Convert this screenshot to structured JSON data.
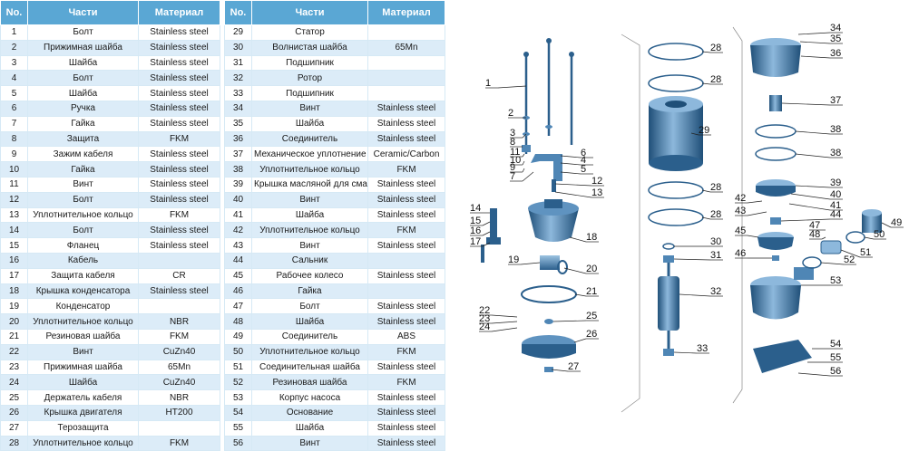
{
  "headers": {
    "no": "No.",
    "part": "Части",
    "material": "Материал"
  },
  "rows_left": [
    {
      "no": "1",
      "part": "Болт",
      "material": "Stainless steel"
    },
    {
      "no": "2",
      "part": "Прижимная шайба",
      "material": "Stainless steel"
    },
    {
      "no": "3",
      "part": "Шайба",
      "material": "Stainless steel"
    },
    {
      "no": "4",
      "part": "Болт",
      "material": "Stainless steel"
    },
    {
      "no": "5",
      "part": "Шайба",
      "material": "Stainless steel"
    },
    {
      "no": "6",
      "part": "Ручка",
      "material": "Stainless steel"
    },
    {
      "no": "7",
      "part": "Гайка",
      "material": "Stainless steel"
    },
    {
      "no": "8",
      "part": "Защита",
      "material": "FKM"
    },
    {
      "no": "9",
      "part": "Зажим кабеля",
      "material": "Stainless steel"
    },
    {
      "no": "10",
      "part": "Гайка",
      "material": "Stainless steel"
    },
    {
      "no": "11",
      "part": "Винт",
      "material": "Stainless steel"
    },
    {
      "no": "12",
      "part": "Болт",
      "material": "Stainless steel"
    },
    {
      "no": "13",
      "part": "Уплотнительное кольцо",
      "material": "FKM"
    },
    {
      "no": "14",
      "part": "Болт",
      "material": "Stainless steel"
    },
    {
      "no": "15",
      "part": "Фланец",
      "material": "Stainless steel"
    },
    {
      "no": "16",
      "part": "Кабель",
      "material": ""
    },
    {
      "no": "17",
      "part": "Защита кабеля",
      "material": "CR"
    },
    {
      "no": "18",
      "part": "Крышка конденсатора",
      "material": "Stainless steel"
    },
    {
      "no": "19",
      "part": "Конденсатор",
      "material": ""
    },
    {
      "no": "20",
      "part": "Уплотнительное кольцо",
      "material": "NBR"
    },
    {
      "no": "21",
      "part": "Резиновая шайба",
      "material": "FKM"
    },
    {
      "no": "22",
      "part": "Винт",
      "material": "CuZn40"
    },
    {
      "no": "23",
      "part": "Прижимная шайба",
      "material": "65Mn"
    },
    {
      "no": "24",
      "part": "Шайба",
      "material": "CuZn40"
    },
    {
      "no": "25",
      "part": "Держатель кабеля",
      "material": "NBR"
    },
    {
      "no": "26",
      "part": "Крышка двигателя",
      "material": "HT200"
    },
    {
      "no": "27",
      "part": "Терозащита",
      "material": ""
    },
    {
      "no": "28",
      "part": "Уплотнительное кольцо",
      "material": "FKM"
    }
  ],
  "rows_right": [
    {
      "no": "29",
      "part": "Статор",
      "material": ""
    },
    {
      "no": "30",
      "part": "Волнистая шайба",
      "material": "65Mn"
    },
    {
      "no": "31",
      "part": "Подшипник",
      "material": ""
    },
    {
      "no": "32",
      "part": "Ротор",
      "material": ""
    },
    {
      "no": "33",
      "part": "Подшипник",
      "material": ""
    },
    {
      "no": "34",
      "part": "Винт",
      "material": "Stainless steel"
    },
    {
      "no": "35",
      "part": "Шайба",
      "material": "Stainless steel"
    },
    {
      "no": "36",
      "part": "Соединитель",
      "material": "Stainless steel"
    },
    {
      "no": "37",
      "part": "Механическое уплотнение",
      "material": "Ceramic/Carbon"
    },
    {
      "no": "38",
      "part": "Уплотнительное кольцо",
      "material": "FKM"
    },
    {
      "no": "39",
      "part": "Крышка масляной для смазки",
      "material": "Stainless steel"
    },
    {
      "no": "40",
      "part": "Винт",
      "material": "Stainless steel"
    },
    {
      "no": "41",
      "part": "Шайба",
      "material": "Stainless steel"
    },
    {
      "no": "42",
      "part": "Уплотнительное кольцо",
      "material": "FKM"
    },
    {
      "no": "43",
      "part": "Винт",
      "material": "Stainless steel"
    },
    {
      "no": "44",
      "part": "Сальник",
      "material": ""
    },
    {
      "no": "45",
      "part": "Рабочее колесо",
      "material": "Stainless steel"
    },
    {
      "no": "46",
      "part": "Гайка",
      "material": ""
    },
    {
      "no": "47",
      "part": "Болт",
      "material": "Stainless steel"
    },
    {
      "no": "48",
      "part": "Шайба",
      "material": "Stainless steel"
    },
    {
      "no": "49",
      "part": "Соединитель",
      "material": "ABS"
    },
    {
      "no": "50",
      "part": "Уплотнительное кольцо",
      "material": "FKM"
    },
    {
      "no": "51",
      "part": "Соединительная шайба",
      "material": "Stainless steel"
    },
    {
      "no": "52",
      "part": "Резиновая шайба",
      "material": "FKM"
    },
    {
      "no": "53",
      "part": "Корпус насоса",
      "material": "Stainless steel"
    },
    {
      "no": "54",
      "part": "Основание",
      "material": "Stainless steel"
    },
    {
      "no": "55",
      "part": "Шайба",
      "material": "Stainless steel"
    },
    {
      "no": "56",
      "part": "Винт",
      "material": "Stainless steel"
    }
  ],
  "diagram_labels": [
    "1",
    "2",
    "3",
    "4",
    "5",
    "6",
    "7",
    "8",
    "9",
    "10",
    "11",
    "12",
    "13",
    "14",
    "15",
    "16",
    "17",
    "18",
    "19",
    "20",
    "21",
    "22",
    "23",
    "24",
    "25",
    "26",
    "27",
    "28",
    "28",
    "29",
    "28",
    "28",
    "30",
    "31",
    "32",
    "33",
    "34",
    "35",
    "36",
    "37",
    "38",
    "38",
    "39",
    "40",
    "41",
    "42",
    "43",
    "44",
    "45",
    "46",
    "47",
    "48",
    "49",
    "50",
    "51",
    "52",
    "53",
    "54",
    "55",
    "56"
  ],
  "colors": {
    "header_bg": "#5aa7d4",
    "row_alt": "#dcecf8",
    "part_blue": "#4f86b5",
    "part_dark": "#1f4f78"
  }
}
